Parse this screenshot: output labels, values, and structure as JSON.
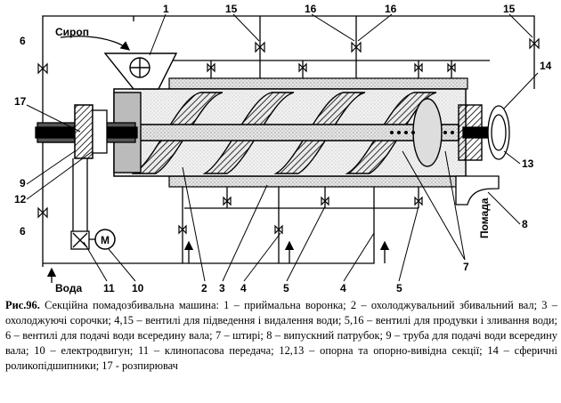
{
  "diagram": {
    "labels": {
      "syrup": "Сироп",
      "water": "Вода",
      "fondant": "Помада",
      "motor": "М"
    },
    "callouts": {
      "n1": "1",
      "n15a": "15",
      "n16a": "16",
      "n16b": "16",
      "n15b": "15",
      "n6a": "6",
      "n17": "17",
      "n14": "14",
      "n13": "13",
      "n9": "9",
      "n12": "12",
      "n6b": "6",
      "n8": "8",
      "n11": "11",
      "n10": "10",
      "n2": "2",
      "n3": "3",
      "n4a": "4",
      "n5a": "5",
      "n4b": "4",
      "n5b": "5",
      "n7": "7"
    }
  },
  "caption": {
    "figure_label": "Рис.96.",
    "text": " Секційна помадозбивальна машина: 1 – приймальна воронка; 2 – охолоджувальний збивальний вал; 3 – охолоджуючі сорочки; 4,15 – вентилі для підведення і видалення води; 5,16 – вентилі для продувки і зливання води; 6 – вентилі для подачі води всередину вала; 7 – штирі; 8 – випускний патрубок; 9 – труба для подачі води всередину вала; 10 – електродвигун; 11 – клинопасова передача; 12,13 – опорна та опорно-вивідна секції;  14 – сферичні роликопідшипники;  17 - розпирювач"
  }
}
